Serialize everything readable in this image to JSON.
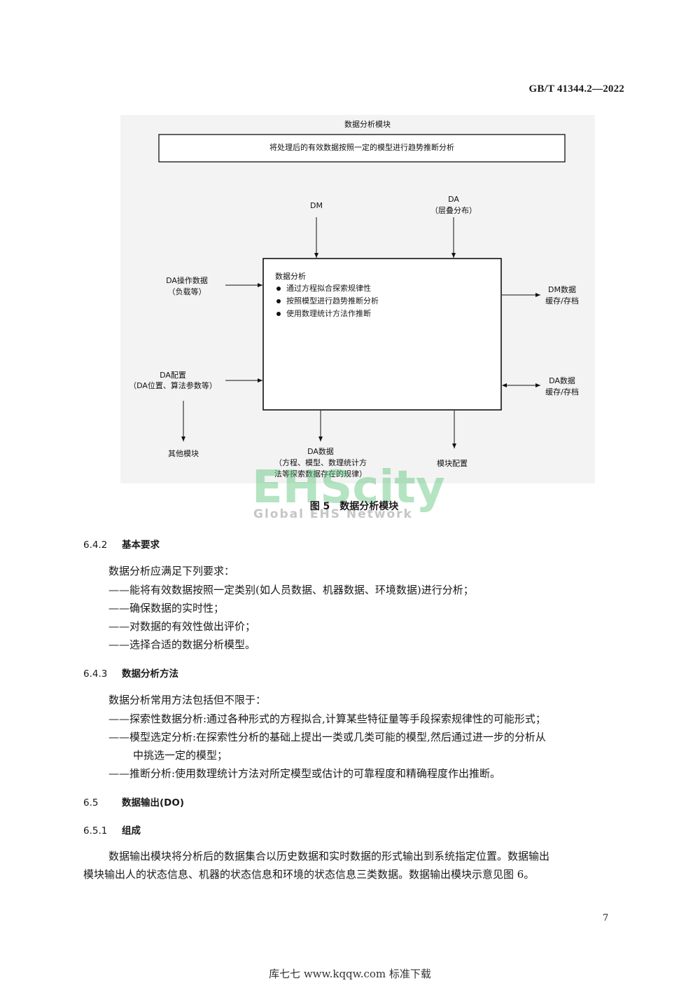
{
  "header": {
    "standard_number": "GB/T 41344.2—2022"
  },
  "figure": {
    "top_label": "数据分析模块",
    "top_box_text": "将处理后的有效数据按照一定的模型进行趋势推断分析",
    "dm_label": "DM",
    "da_label_1": "DA",
    "da_label_2": "（层叠分布）",
    "da_ops_1": "DA操作数据",
    "da_ops_2": "（负载等）",
    "da_config_1": "DA配置",
    "da_config_2": "（DA位置、算法参数等）",
    "main_box_title": "数据分析",
    "main_box_items": [
      "通过方程拟合探索规律性",
      "按照模型进行趋势推断分析",
      "使用数理统计方法作推断"
    ],
    "dm_cache_1": "DM数据",
    "dm_cache_2": "缓存/存档",
    "da_cache_1": "DA数据",
    "da_cache_2": "缓存/存档",
    "other_modules": "其他模块",
    "da_data_1": "DA数据",
    "da_data_2": "（方程、模型、数理统计方",
    "da_data_3": "法等探索数据存在的规律）",
    "module_config": "模块配置",
    "caption": "图 5　数据分析模块"
  },
  "watermark": {
    "logo": "EHScity",
    "sub": "Global EHS Network"
  },
  "sections": {
    "s642": {
      "number": "6.4.2",
      "title": "基本要求"
    },
    "s642_intro": "数据分析应满足下列要求：",
    "s642_items": [
      "——能将有效数据按照一定类别(如人员数据、机器数据、环境数据)进行分析；",
      "——确保数据的实时性；",
      "——对数据的有效性做出评价；",
      "——选择合适的数据分析模型。"
    ],
    "s643": {
      "number": "6.4.3",
      "title": "数据分析方法"
    },
    "s643_intro": "数据分析常用方法包括但不限于：",
    "s643_item1": "——探索性数据分析:通过各种形式的方程拟合,计算某些特征量等手段探索规律性的可能形式；",
    "s643_item2_a": "——模型选定分析:在探索性分析的基础上提出一类或几类可能的模型,然后通过进一步的分析从",
    "s643_item2_b": "中挑选一定的模型；",
    "s643_item3": "——推断分析:使用数理统计方法对所定模型或估计的可靠程度和精确程度作出推断。",
    "s65": {
      "number": "6.5",
      "title": "数据输出(DO)"
    },
    "s651": {
      "number": "6.5.1",
      "title": "组成"
    },
    "s651_p1": "数据输出模块将分析后的数据集合以历史数据和实时数据的形式输出到系统指定位置。数据输出",
    "s651_p2": "模块输出人的状态信息、机器的状态信息和环境的状态信息三类数据。数据输出模块示意见图 6。"
  },
  "page": {
    "number": "7"
  },
  "footer": {
    "text": "库七七 www.kqqw.com 标准下载"
  }
}
